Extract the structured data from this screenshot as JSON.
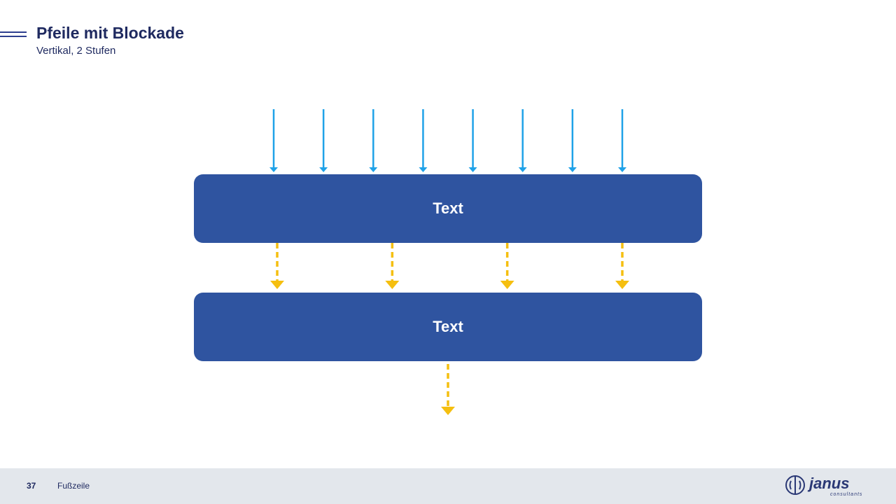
{
  "header": {
    "title": "Pfeile mit Blockade",
    "subtitle": "Vertikal, 2 Stufen"
  },
  "diagram": {
    "blocks": [
      {
        "label": "Text"
      },
      {
        "label": "Text"
      }
    ],
    "input_arrow_count": 8,
    "middle_arrow_count": 4,
    "output_arrow_count": 1,
    "colors": {
      "block": "#2f54a0",
      "input_arrow": "#1fa2e8",
      "blocked_arrow": "#f5bf10"
    }
  },
  "footer": {
    "page_number": "37",
    "text": "Fußzeile",
    "logo_text": "janus",
    "logo_subtext": "consultants"
  }
}
